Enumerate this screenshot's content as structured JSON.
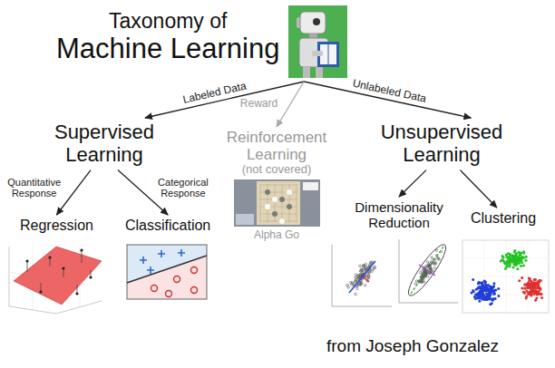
{
  "diagram": {
    "nodes": [
      {
        "text": [
          "Taxonomy of",
          "Machine Learning"
        ]
      },
      {
        "text": [
          "Supervised Learning"
        ]
      },
      {
        "text": [
          "Reinforcement Learning",
          "(not covered)"
        ]
      },
      {
        "text": [
          "Unsupervised Learning"
        ]
      },
      {
        "text": [
          "Regression"
        ]
      },
      {
        "text": [
          "Classification"
        ]
      },
      {
        "text": [
          "Dimensionality Reduction"
        ]
      },
      {
        "text": [
          "Clustering"
        ]
      }
    ],
    "edges": [
      {
        "from": 0,
        "to": 1,
        "label": "Labeled Data",
        "arrow": "to"
      },
      {
        "from": 0,
        "to": 2,
        "label": "Reward",
        "arrow": "to"
      },
      {
        "from": 0,
        "to": 3,
        "label": "Unlabeled Data",
        "arrow": "to"
      },
      {
        "from": 1,
        "to": 4,
        "label": "Quantitative Response",
        "arrow": "to"
      },
      {
        "from": 1,
        "to": 5,
        "label": "Categorical Response",
        "arrow": "to"
      },
      {
        "from": 3,
        "to": 6,
        "arrow": "to"
      },
      {
        "from": 3,
        "to": 7,
        "arrow": "to"
      }
    ],
    "labels": [
      "Alpha Go",
      "from Joseph Gonzalez"
    ]
  }
}
